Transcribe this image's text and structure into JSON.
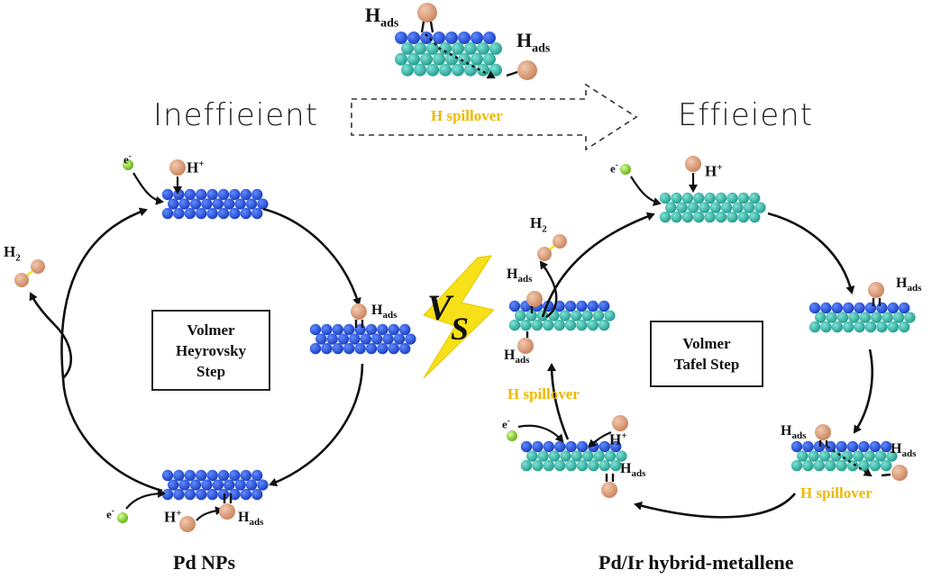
{
  "header": {
    "left_title": "Ineffieient",
    "right_title": "Effieient",
    "spillover_arrow_label": "H spillover"
  },
  "labels": {
    "hads": "H",
    "hads_sub": "ads",
    "h_plus": "H",
    "h_plus_sup": "+",
    "electron": "e",
    "electron_sup": "-",
    "h2": "H",
    "h2_sub": "2"
  },
  "left_cycle": {
    "box_line1": "Volmer",
    "box_line2": "Heyrovsky",
    "box_line3": "Step",
    "caption": "Pd NPs"
  },
  "right_cycle": {
    "box_line1": "Volmer",
    "box_line2": "Tafel Step",
    "spillover_left": "H spillover",
    "spillover_bottom": "H spillover",
    "caption": "Pd/Ir hybrid-metallene"
  },
  "center": {
    "vs_v": "V",
    "vs_s": "S"
  },
  "colors": {
    "pd_blue": "#1f4fd8",
    "ir_teal": "#2bb3a6",
    "hydrogen": "#d89a78",
    "electron": "#7ed321",
    "bolt": "#f7e017",
    "spillover_text": "#f0b800"
  }
}
